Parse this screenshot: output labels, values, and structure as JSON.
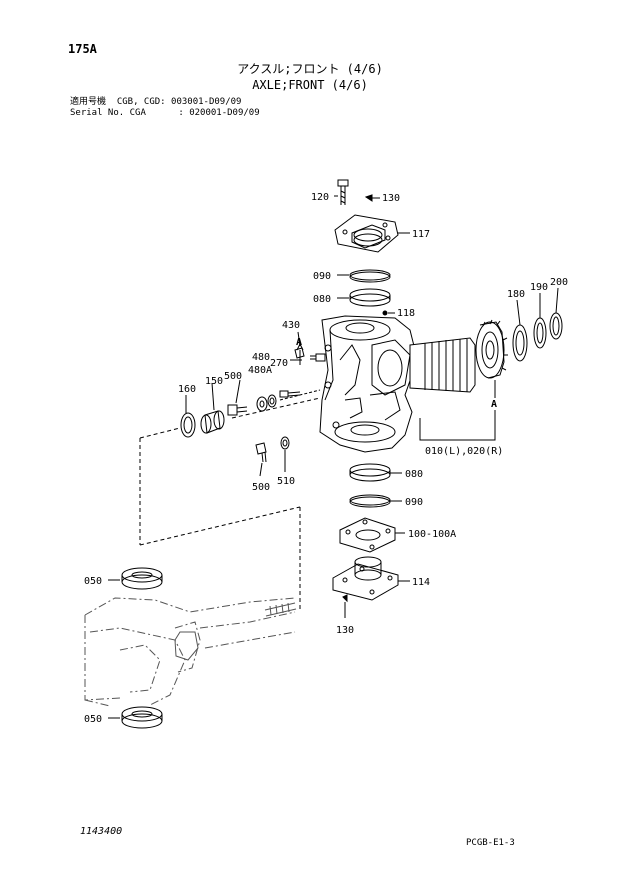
{
  "header": {
    "page_number": "175A",
    "title_jp": "アクスル;フロント (4/6)",
    "title_en": "AXLE;FRONT (4/6)",
    "serial_line1": "適用号機  CGB, CGD: 003001-D09/09",
    "serial_line2": "Serial No. CGA      : 020001-D09/09"
  },
  "callouts": {
    "p120": "120",
    "p130_top": "130",
    "p117": "117",
    "p090_top": "090",
    "p080_top": "080",
    "p118": "118",
    "p430": "430",
    "pA_left": "A",
    "p480": "480",
    "p480A": "480A",
    "p270": "270",
    "p160": "160",
    "p150": "150",
    "p500_top": "500",
    "p180": "180",
    "p190": "190",
    "p200": "200",
    "pA_right": "A",
    "p010_020": "010(L),020(R)",
    "p080_bottom": "080",
    "p090_bottom": "090",
    "p500_bottom": "500",
    "p510": "510",
    "p100": "100-100A",
    "p114": "114",
    "p130_bottom": "130",
    "p050_top": "050",
    "p050_bottom": "050"
  },
  "footer": {
    "drawing_number": "1143400",
    "page_code": "PCGB-E1-3"
  }
}
